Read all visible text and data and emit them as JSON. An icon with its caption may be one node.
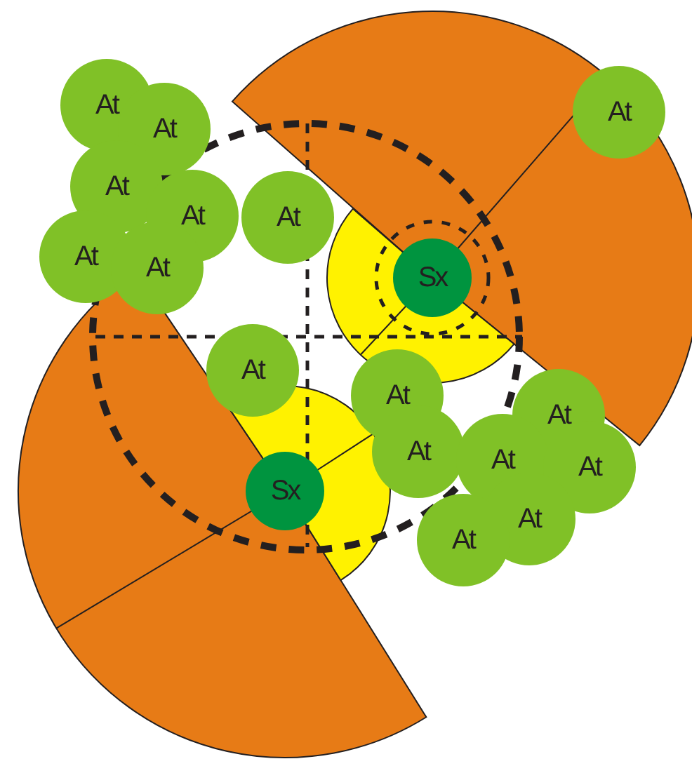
{
  "diagram": {
    "nodes": [
      {
        "text": [
          "At"
        ]
      },
      {
        "text": [
          "At"
        ]
      },
      {
        "text": [
          "At"
        ]
      },
      {
        "text": [
          "At"
        ]
      },
      {
        "text": [
          "At"
        ]
      },
      {
        "text": [
          "At"
        ]
      },
      {
        "text": [
          "At"
        ]
      },
      {
        "text": [
          "At"
        ]
      },
      {
        "text": [
          "Sx"
        ]
      },
      {
        "text": [
          "At"
        ]
      },
      {
        "text": [
          "At"
        ]
      },
      {
        "text": [
          "At"
        ]
      },
      {
        "text": [
          "At"
        ]
      },
      {
        "text": [
          "At"
        ]
      },
      {
        "text": [
          "Sx"
        ]
      },
      {
        "text": [
          "At"
        ]
      },
      {
        "text": [
          "At"
        ]
      },
      {
        "text": [
          "At"
        ]
      }
    ]
  }
}
